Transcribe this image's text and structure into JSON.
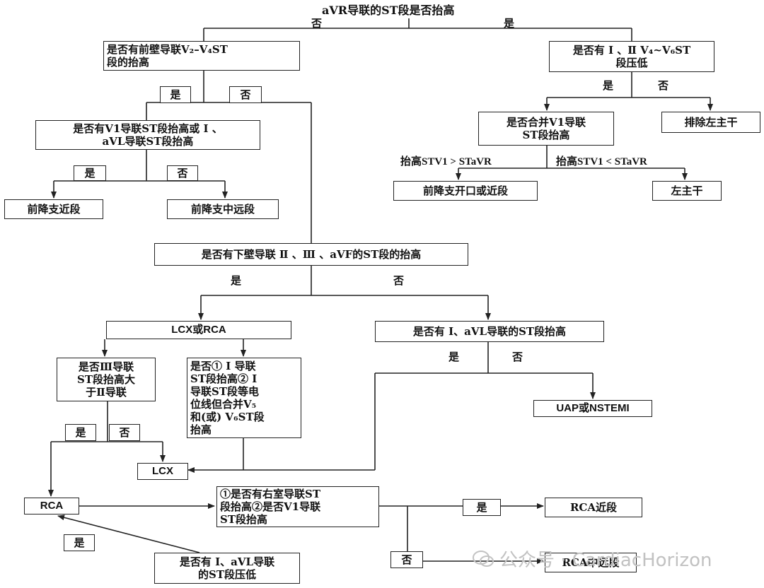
{
  "nodes": {
    "avr": "aVR导联的ST段是否抬高",
    "anterior": "是否有前壁导联V₂–V₄ST\n段的抬高",
    "lateral_depress": "是否有 Ⅰ 、Ⅱ V₄~V₆ST\n段压低",
    "v1_or_avl": "是否有V1导联ST段抬高或 Ⅰ 、\naVL导联ST段抬高",
    "lad_proximal": "前降支近段",
    "lad_mid_distal": "前降支中远段",
    "combined_v1": "是否合并V1导联\nST段抬高",
    "exclude_lm": "排除左主干",
    "lad_ostial": "前降支开口或近段",
    "left_main": "左主干",
    "inferior": "是否有下壁导联 Ⅱ 、Ⅲ 、aVF的ST段的抬高",
    "lcx_or_rca": "LCX或RCA",
    "iii_gt_ii": "是否Ⅲ导联\nST段抬高大\n于Ⅱ导联",
    "i_lead_criteria": "是否① Ⅰ 导联\nST段抬高② Ⅰ\n导联ST段等电\n位线但合并V₅\n和(或) V₆ST段\n抬高",
    "i_avl_elev": "是否有 Ⅰ、aVL导联的ST段抬高",
    "uap": "UAP或NSTEMI",
    "lcx": "LCX",
    "rca": "RCA",
    "rv_v1": "①是否有右室导联ST\n段抬高②是否V1导联\nST段抬高",
    "rca_proximal": "RCA近段",
    "rca_mid_distal": "RCA中远段",
    "i_avl_depress": "是否有 Ⅰ、aVL导联\n的ST段压低"
  },
  "labels": {
    "no_1": "否",
    "yes_1": "是",
    "yes_2": "是",
    "no_2": "否",
    "yes_3": "是",
    "no_3": "否",
    "yes_4": "是",
    "no_4": "否",
    "elev_gt": "抬高STV1 > STaVR",
    "elev_lt": "抬高STV1 < STaVR",
    "yes_5": "是",
    "no_5": "否",
    "yes_6": "是",
    "no_6": "否",
    "yes_7": "是",
    "no_7": "否",
    "yes_8": "是",
    "no_8": "否",
    "yes_9": "是"
  },
  "watermark": "公众号 · CardiacHorizon"
}
